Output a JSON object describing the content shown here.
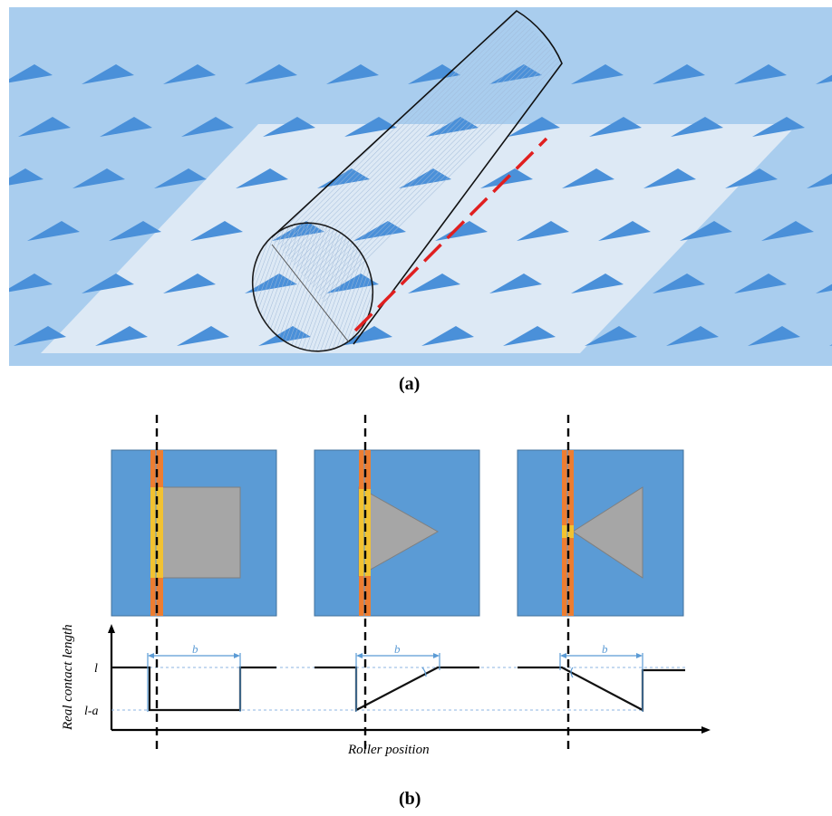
{
  "panel_a": {
    "caption": "(a)"
  },
  "panel_b": {
    "caption": "(b)",
    "y_axis_label": "Real contact length",
    "x_axis_label": "Roller position",
    "y_tick_top": "l",
    "y_tick_bottom": "l-a",
    "width_label": "b",
    "shapes": [
      "square",
      "triangle-pointing-right",
      "triangle-pointing-left"
    ]
  },
  "colors": {
    "surface_blue": "#5b9bd5",
    "light_band": "#dde8f4",
    "asperity": "#4a90d9",
    "contact_line_red": "#e01f1f",
    "strip_orange": "#ed7d31",
    "contact_yellow": "#f2c230",
    "shape_gray": "#a6a6a6",
    "dimension_blue": "#5b9bd5"
  },
  "icons": [
    "asperity-triangle-icon",
    "roller-cylinder-icon"
  ]
}
